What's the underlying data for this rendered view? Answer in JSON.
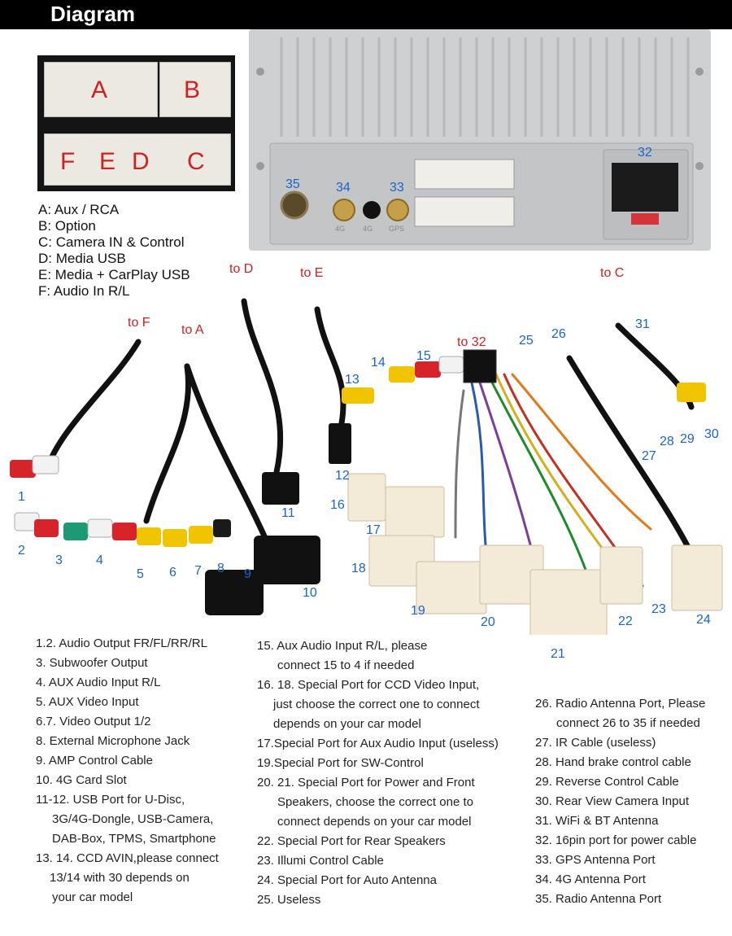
{
  "header": {
    "title": "Diagram"
  },
  "connector_letters": {
    "a": "A",
    "b": "B",
    "c": "C",
    "d": "D",
    "e": "E",
    "f": "F"
  },
  "legend": [
    "A: Aux / RCA",
    "B: Option",
    "C: Camera IN & Control",
    "D: Media USB",
    "E: Media + CarPlay USB",
    "F: Audio In R/L"
  ],
  "unit_ports": {
    "p32": "32",
    "p33": "33",
    "p34": "34",
    "p35": "35"
  },
  "unit_port_marks": {
    "4g_a": "4G",
    "4g_b": "4G",
    "gps": "GPS"
  },
  "to_labels": {
    "to_d": "to D",
    "to_e": "to E",
    "to_c": "to C",
    "to_f": "to F",
    "to_a": "to A",
    "to_32": "to 32"
  },
  "cable_numbers": {
    "n1": "1",
    "n2": "2",
    "n3": "3",
    "n4": "4",
    "n5": "5",
    "n6": "6",
    "n7": "7",
    "n8": "8",
    "n9": "9",
    "n10": "10",
    "n11": "11",
    "n12": "12",
    "n13": "13",
    "n14": "14",
    "n15": "15",
    "n16": "16",
    "n17": "17",
    "n18": "18",
    "n19": "19",
    "n20": "20",
    "n21": "21",
    "n22": "22",
    "n23": "23",
    "n24": "24",
    "n25": "25",
    "n26": "26",
    "n27": "27",
    "n28": "28",
    "n29": "29",
    "n30": "30",
    "n31": "31"
  },
  "descriptions": {
    "col1": [
      "1.2. Audio Output FR/FL/RR/RL",
      "3. Subwoofer Output",
      "4. AUX Audio Input R/L",
      "5. AUX Video Input",
      "6.7. Video Output 1/2",
      "8. External Microphone Jack",
      "9. AMP Control Cable",
      "10. 4G Card Slot",
      "11-12. USB Port for U-Disc,",
      "3G/4G-Dongle, USB-Camera,",
      "DAB-Box, TPMS, Smartphone",
      "13. 14. CCD AVIN,please connect",
      "13/14 with 30 depends on",
      "your car model"
    ],
    "col2": [
      "15. Aux Audio Input R/L, please",
      "connect 15 to 4 if needed",
      "16. 18. Special Port for CCD Video Input,",
      "just choose the correct one to connect",
      "depends on your car model",
      "17.Special Port for Aux Audio Input (useless)",
      "19.Special Port for SW-Control",
      "20. 21. Special Port for Power and Front",
      "Speakers, choose the correct one to",
      "connect depends on your car model",
      "22. Special Port for Rear Speakers",
      "23. Illumi Control Cable",
      "24. Special Port for Auto Antenna",
      "25. Useless"
    ],
    "col3": [
      "26. Radio Antenna Port, Please",
      "connect 26 to 35 if needed",
      "27. IR Cable (useless)",
      "28. Hand brake control cable",
      "29. Reverse Control Cable",
      "30. Rear View Camera Input",
      "31. WiFi & BT Antenna",
      "32. 16pin port for power cable",
      "33. GPS Antenna Port",
      "34. 4G Antenna Port",
      "35. Radio Antenna Port"
    ]
  },
  "colors": {
    "accent_red": "#d21f1f",
    "number_blue": "#1a64c8",
    "header_bg": "#000000"
  }
}
